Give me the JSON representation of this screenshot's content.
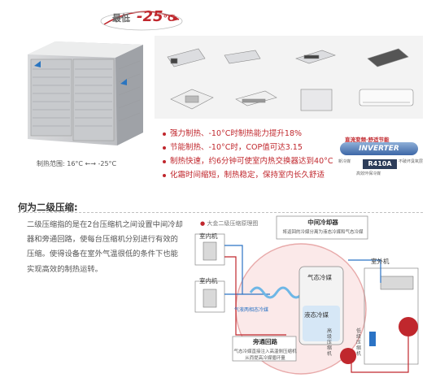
{
  "badge": {
    "prefix": "最低",
    "value": "-25",
    "unit": "°C"
  },
  "cooling_range": "制热范围: 16°C ←→ -25°C",
  "features": [
    "强力制热、-10°C时制热能力提升18%",
    "节能制热、-10°C时，COP值可达3.15",
    "制热快速，约6分钟可使室内热交换器达到40°C",
    "化霜时间缩短，制热稳定，保持室内长久舒适"
  ],
  "inverter": {
    "title": "直流变频·舒适节能",
    "logo": "INVERTER",
    "refrigerant": "R410A",
    "refrigerant_note_1": "新冷媒",
    "refrigerant_note_2": "不破坏臭氧层",
    "refrigerant_note_3": "高效环保冷媒"
  },
  "section": {
    "title": "何为二级压缩:",
    "body": "二级压缩指的是在2台压缩机之间设置中间冷却器和旁通回路，使每台压缩机分别进行有效的压缩。使得设备在室外气温很低的条件下也能实现高效的制热运转。"
  },
  "diagram": {
    "title": "大金二级压缩原理图",
    "indoor_1": "室内机",
    "indoor_2": "室内机",
    "outdoor": "室外机",
    "intercooler_title": "中间冷却器",
    "intercooler_desc": "将返回的冷媒分离为液态冷媒和气态冷媒",
    "gas_refrig": "气态冷媒",
    "liquid_refrig": "液态冷媒",
    "two_phase": "气液两相态冷媒",
    "high_stage": "高级压缩机",
    "low_stage": "低级压缩机",
    "bypass_title": "旁通回路",
    "bypass_desc_1": "气态冷媒直接注入高温侧压缩机",
    "bypass_desc_2": "从而提高冷媒循环量"
  }
}
